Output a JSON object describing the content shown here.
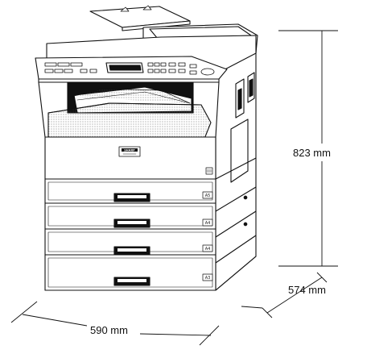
{
  "dimensions": {
    "height": "823 mm",
    "depth": "574 mm",
    "width": "590 mm"
  },
  "brand_logo": "SHARP",
  "trays": [
    {
      "size_label": "A5"
    },
    {
      "size_label": "A4"
    },
    {
      "size_label": "A4"
    },
    {
      "size_label": "A3"
    }
  ]
}
